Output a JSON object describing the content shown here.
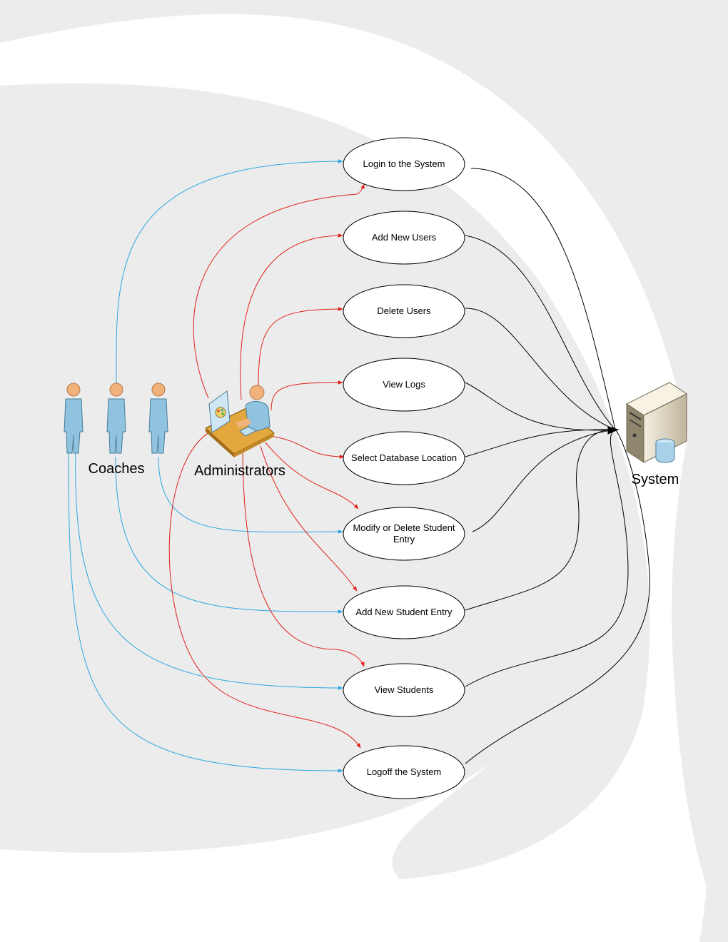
{
  "actors": {
    "coaches": {
      "label": "Coaches",
      "icon": "person-icon"
    },
    "administrators": {
      "label": "Administrators",
      "icon": "admin-workstation-icon"
    },
    "system": {
      "label": "System",
      "icon": "server-icon"
    }
  },
  "use_cases": [
    {
      "id": "login",
      "lines": [
        "Login to the System"
      ]
    },
    {
      "id": "add-users",
      "lines": [
        "Add New Users"
      ]
    },
    {
      "id": "delete-users",
      "lines": [
        "Delete Users"
      ]
    },
    {
      "id": "view-logs",
      "lines": [
        "View Logs"
      ]
    },
    {
      "id": "select-db",
      "lines": [
        "Select Database Location"
      ]
    },
    {
      "id": "modify-student",
      "lines": [
        "Modify or Delete Student",
        "Entry"
      ]
    },
    {
      "id": "add-student",
      "lines": [
        "Add New Student Entry"
      ]
    },
    {
      "id": "view-students",
      "lines": [
        "View Students"
      ]
    },
    {
      "id": "logoff",
      "lines": [
        "Logoff the System"
      ]
    }
  ],
  "colors": {
    "coach_link": "#29a8e0",
    "admin_link": "#e0201b",
    "system_link": "#000000",
    "background_band": "#ececec",
    "person_body": "#8fc3df",
    "person_head": "#f0b27a"
  }
}
